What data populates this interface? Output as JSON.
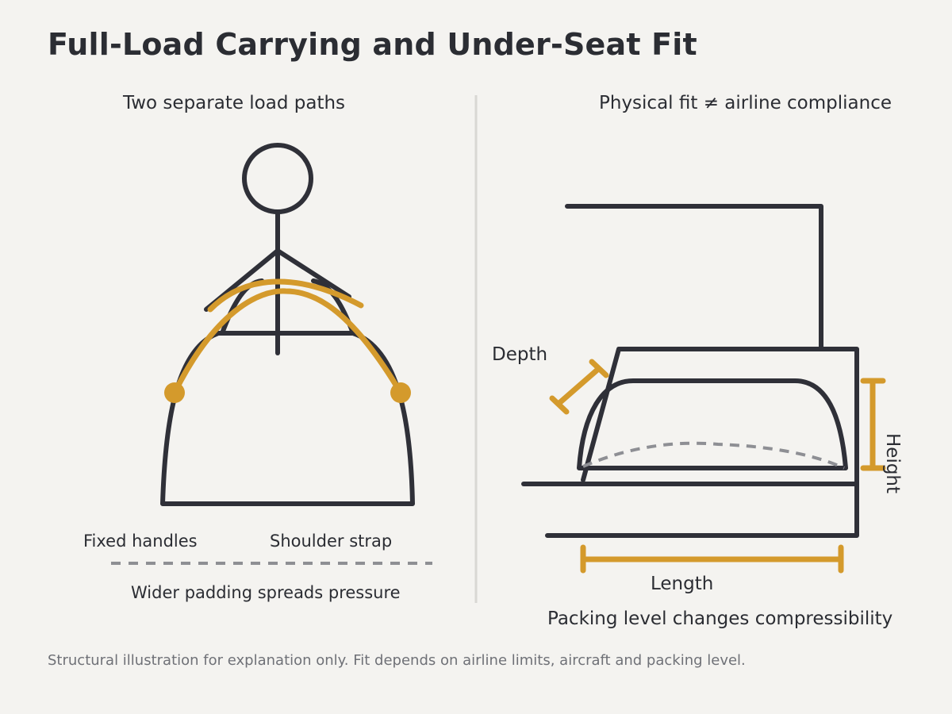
{
  "title": "Full-Load Carrying and Under-Seat Fit",
  "left_panel": {
    "title": "Two separate load paths",
    "labels": {
      "fixed_handles": "Fixed handles",
      "shoulder_strap": "Shoulder strap",
      "padding_note": "Wider padding spreads pressure"
    }
  },
  "right_panel": {
    "title": "Physical fit ≠ airline compliance",
    "labels": {
      "depth": "Depth",
      "height": "Height",
      "length": "Length",
      "packing_note": "Packing level changes compressibility"
    }
  },
  "footnote": "Structural illustration for explanation only. Fit depends on airline limits, aircraft and packing level.",
  "colors": {
    "background": "#f4f3f0",
    "ink": "#2f3038",
    "accent": "#d49a2c",
    "dashed": "#8e8f94",
    "divider": "#d8d7d3"
  }
}
